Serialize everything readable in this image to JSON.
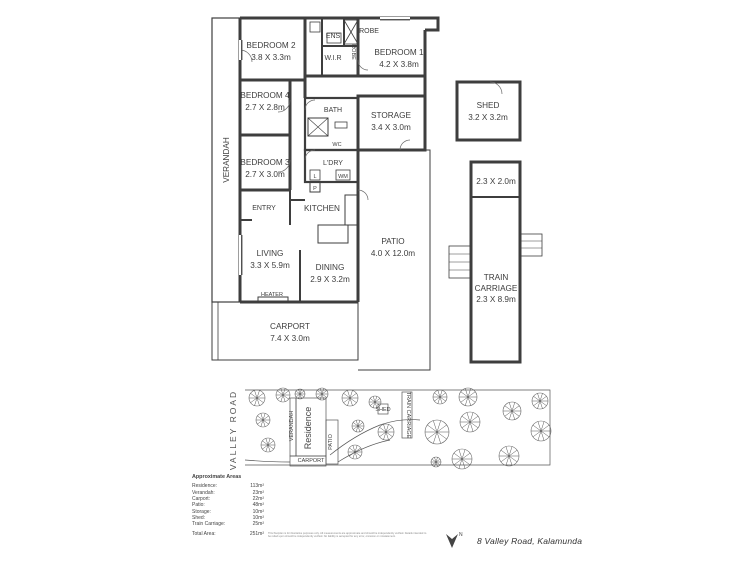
{
  "rooms": {
    "bedroom2": {
      "name": "BEDROOM 2",
      "dims": "3.8 X 3.3m"
    },
    "bedroom1": {
      "name": "BEDROOM 1",
      "dims": "4.2 X 3.8m"
    },
    "bedroom4": {
      "name": "BEDROOM 4",
      "dims": "2.7 X 2.8m"
    },
    "bedroom3": {
      "name": "BEDROOM 3",
      "dims": "2.7 X 3.0m"
    },
    "storage": {
      "name": "STORAGE",
      "dims": "3.4 X 3.0m"
    },
    "shed": {
      "name": "SHED",
      "dims": "3.2 X 3.2m"
    },
    "patio": {
      "name": "PATIO",
      "dims": "4.0 X 12.0m"
    },
    "living": {
      "name": "LIVING",
      "dims": "3.3 X 5.9m"
    },
    "dining": {
      "name": "DINING",
      "dims": "2.9 X 3.2m"
    },
    "carport": {
      "name": "CARPORT",
      "dims": "7.4 X 3.0m"
    },
    "train_small": {
      "dims": "2.3 X 2.0m"
    },
    "train": {
      "name1": "TRAIN",
      "name2": "CARRIAGE",
      "dims": "2.3 X 8.9m"
    }
  },
  "labels": {
    "ens": "ENS",
    "robe": "ROBE",
    "robe_small": "ROBE",
    "wir": "W.I.R",
    "bath": "BATH",
    "wc": "WC",
    "ldry": "L'DRY",
    "l": "L",
    "wm": "WM",
    "p": "P",
    "kitchen": "KITCHEN",
    "entry": "ENTRY",
    "heater": "HEATER",
    "verandah": "VERANDAH"
  },
  "site": {
    "road": "VALLEY ROAD",
    "verandah": "VERANDAH",
    "residence": "Residence",
    "patio": "PATIO",
    "carport": "CARPORT",
    "train": "TRAIN CARRIAGE",
    "shed": "SHED"
  },
  "areas": {
    "heading": "Approximate Areas",
    "rows": [
      {
        "label": "Residence:",
        "value": "113m²"
      },
      {
        "label": "Verandah:",
        "value": "23m²"
      },
      {
        "label": "Carport:",
        "value": "22m²"
      },
      {
        "label": "Patio:",
        "value": "48m²"
      },
      {
        "label": "Storage:",
        "value": "10m²"
      },
      {
        "label": "Shed:",
        "value": "10m²"
      },
      {
        "label": "Train Carriage:",
        "value": "25m²"
      }
    ],
    "total_label": "Total Area:",
    "total_value": "251m²"
  },
  "disclaimer": "This floorplan is for illustrative purposes only. All measurements are approximate and should be independently verified. Details intended to be relied upon should be independently verified. No liability is accepted for any error, omission or misstatement.",
  "north_label": "N",
  "address": "8 Valley Road, Kalamunda"
}
